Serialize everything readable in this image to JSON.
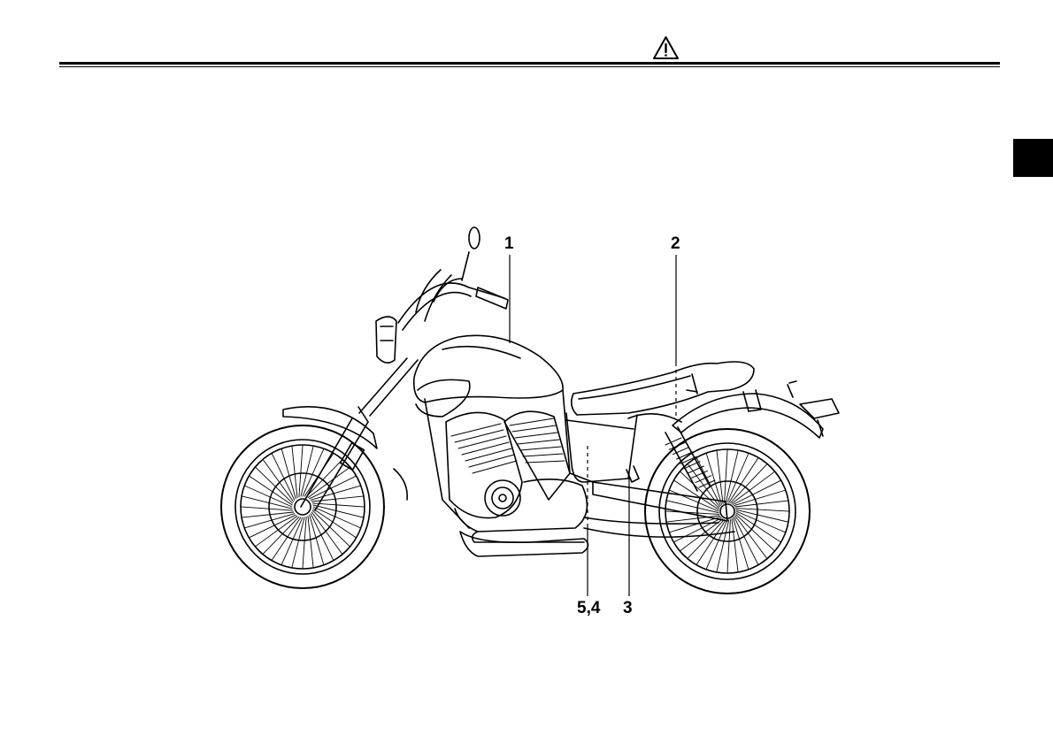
{
  "header": {
    "warning_icon": "warning-triangle-icon",
    "rule_color": "#000000"
  },
  "side_tab": {
    "color": "#000000"
  },
  "figure": {
    "subject": "motorcycle-side-view-illustration",
    "callouts": {
      "c1": "1",
      "c2": "2",
      "c3": "3",
      "c54": "5,4"
    }
  }
}
